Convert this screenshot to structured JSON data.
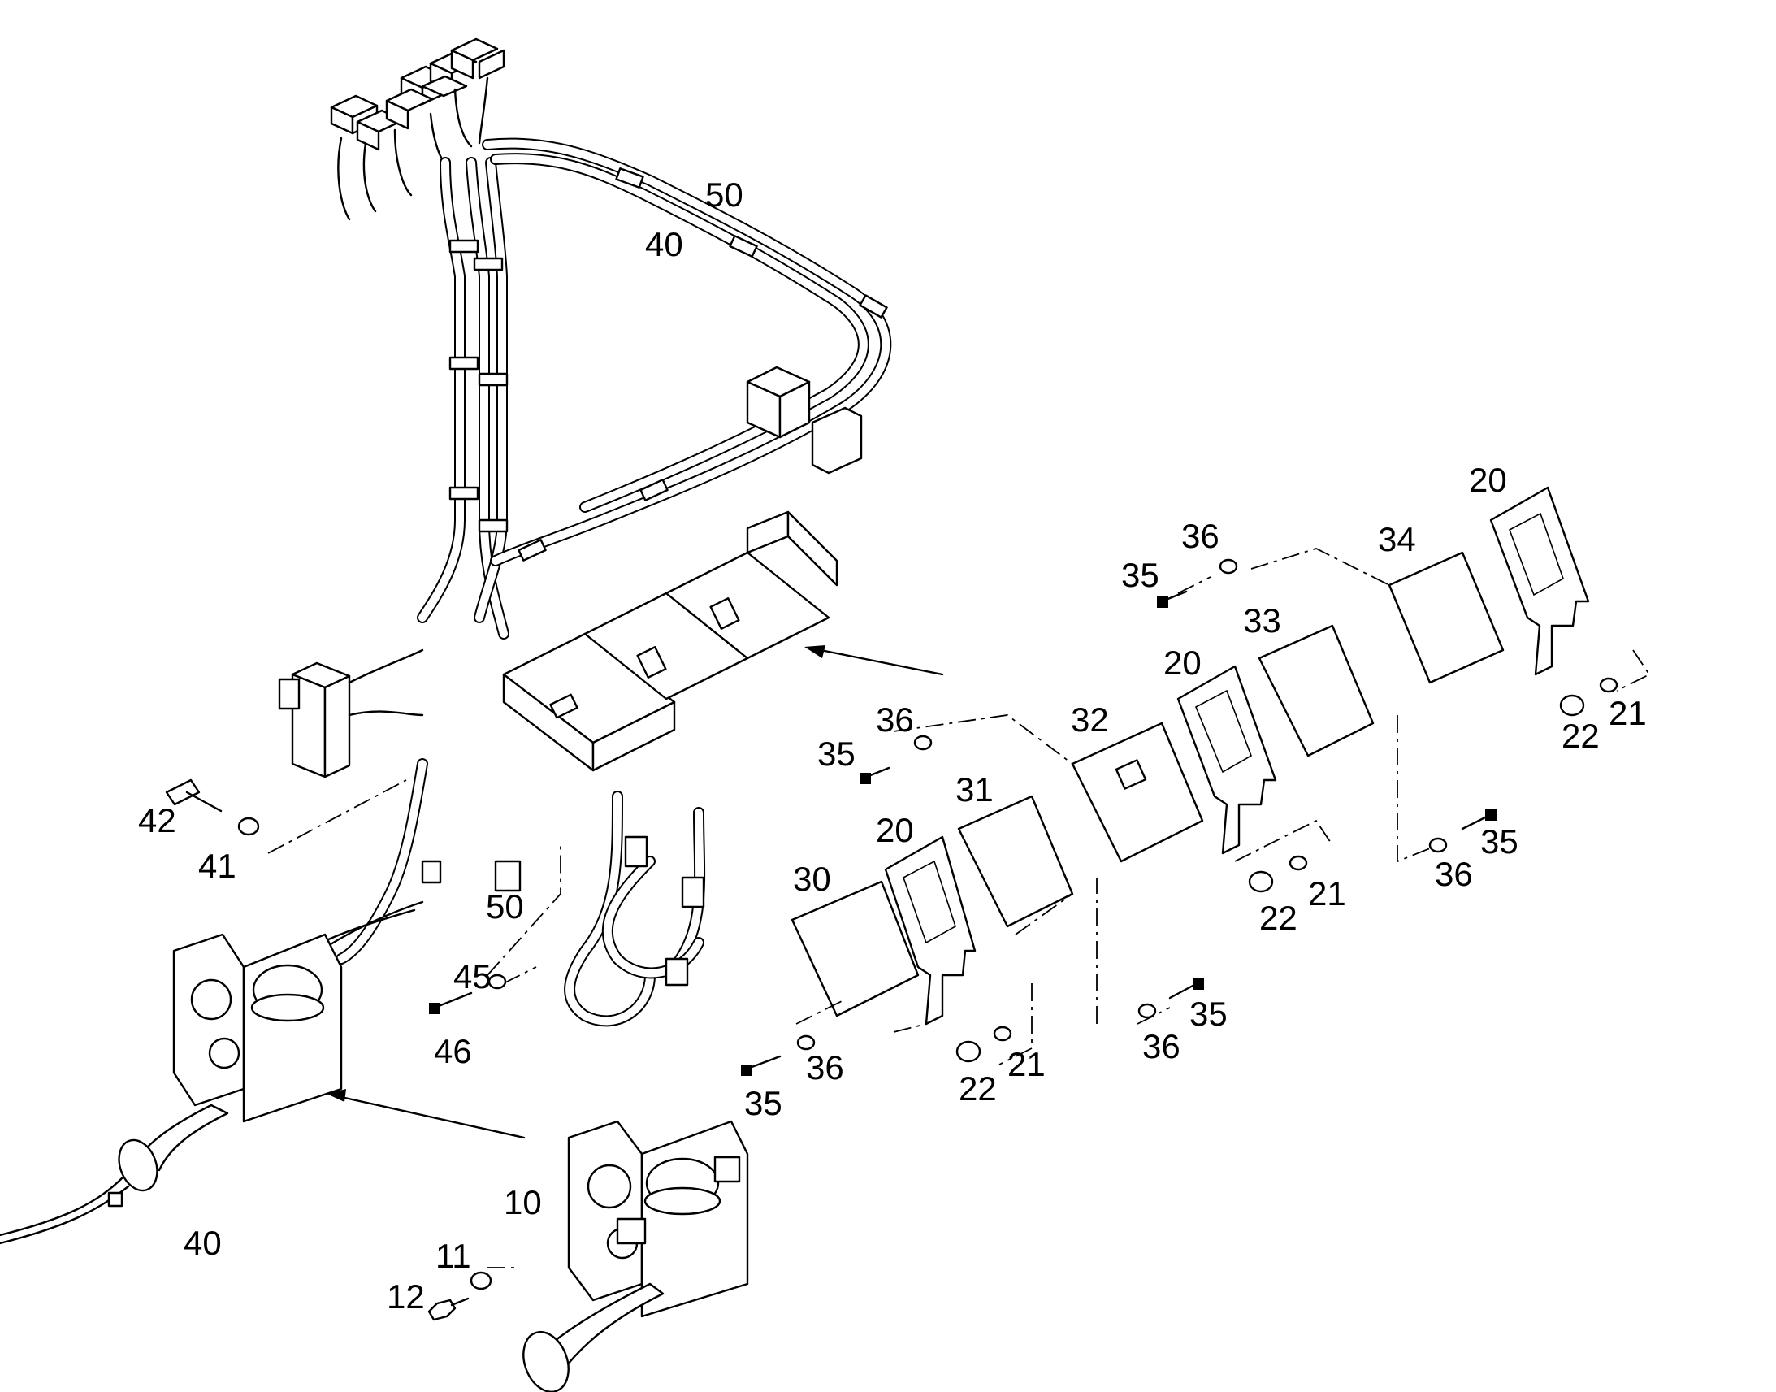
{
  "labels": {
    "l50a": "50",
    "l40a": "40",
    "l20a": "20",
    "l36a": "36",
    "l35a": "35",
    "l34": "34",
    "l33": "33",
    "l20b": "20",
    "l32": "32",
    "l36b": "36",
    "l35b": "35",
    "l31": "31",
    "l20c": "20",
    "l30": "30",
    "l42": "42",
    "l41": "41",
    "l50b": "50",
    "l22a": "22",
    "l21a": "21",
    "l22b": "22",
    "l21b": "21",
    "l35c": "35",
    "l36c": "36",
    "l45": "45",
    "l46": "46",
    "l35d": "35",
    "l36d": "36",
    "l36e": "36",
    "l35e": "35",
    "l22c": "22",
    "l21c": "21",
    "l10": "10",
    "l11": "11",
    "l12": "12",
    "l40b": "40"
  },
  "icons": {
    "harness": "wiring-harness-drawing",
    "modules": "control-module-drawing",
    "brackets": "mounting-bracket-drawing",
    "horn": "horn-assembly-drawing",
    "fasteners": "bolt-washer-drawing"
  }
}
